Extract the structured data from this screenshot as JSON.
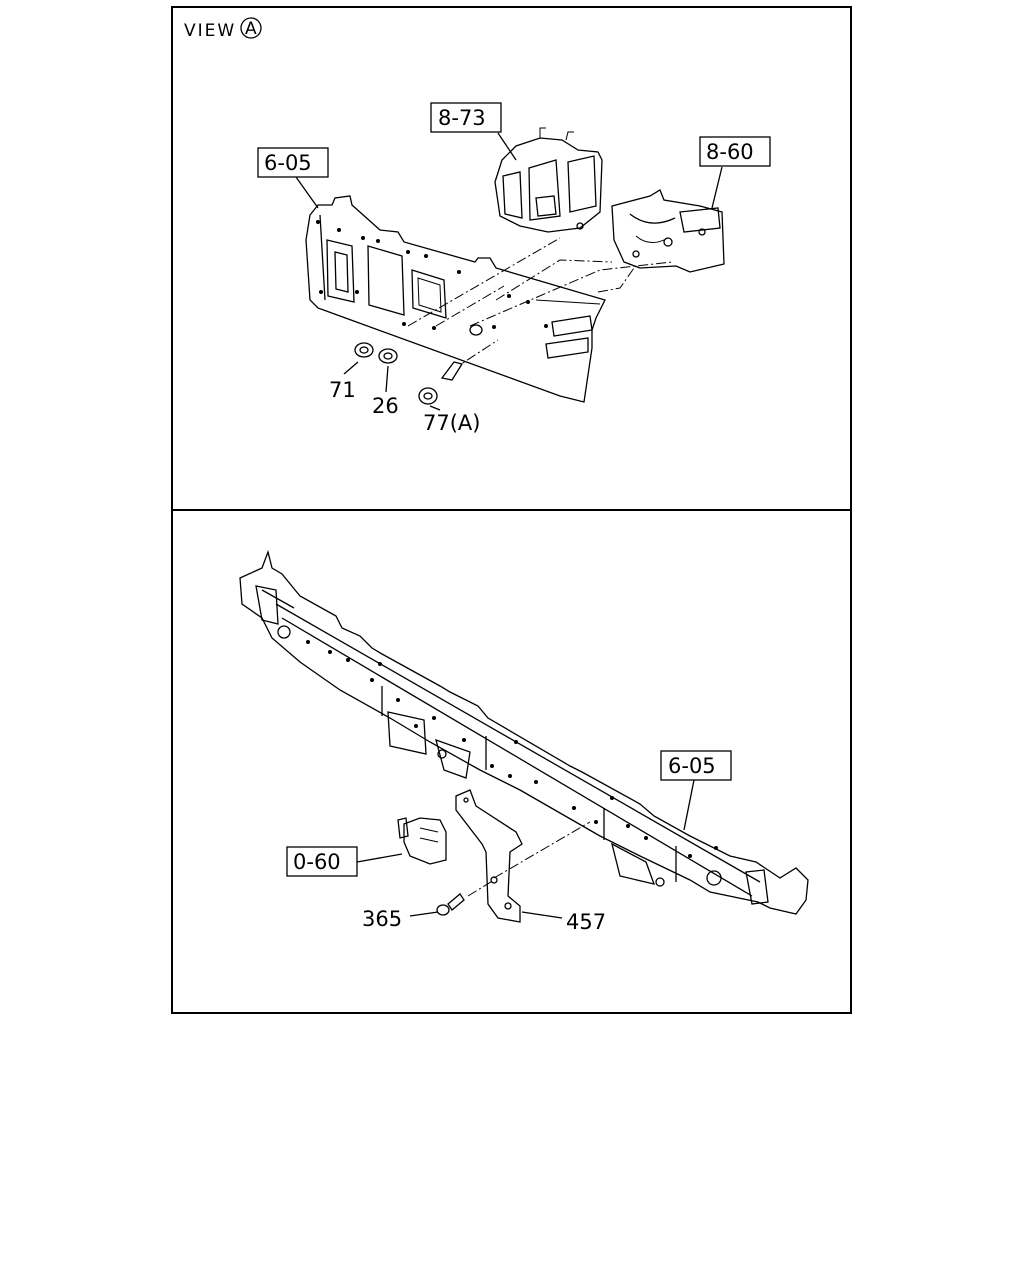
{
  "view_title": "VIEW",
  "view_marker": "A",
  "top_panel": {
    "refs": {
      "ref_605": "6-05",
      "ref_873": "8-73",
      "ref_860": "8-60"
    },
    "parts": {
      "p71": "71",
      "p26": "26",
      "p77": "77(A)"
    }
  },
  "bottom_panel": {
    "refs": {
      "ref_605": "6-05",
      "ref_060": "0-60"
    },
    "parts": {
      "p365": "365",
      "p457": "457"
    }
  }
}
